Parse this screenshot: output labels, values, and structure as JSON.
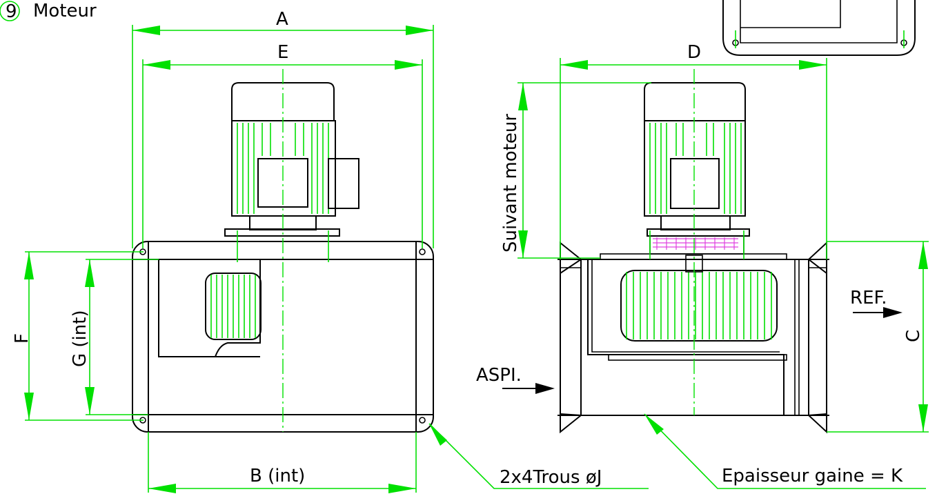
{
  "legend": {
    "number": "9",
    "text": "Moteur"
  },
  "dimensions": {
    "A": "A",
    "E": "E",
    "D": "D",
    "F": "F",
    "G": "G (int)",
    "B": "B (int)",
    "C": "C",
    "suivant": "Suivant moteur"
  },
  "labels": {
    "aspi": "ASPI.",
    "ref": "REF.",
    "holes": "2x4Trous øJ",
    "epaisseur": "Epaisseur gaine = K"
  },
  "colors": {
    "dimension": "#00e000",
    "outline": "#000000",
    "accent": "#e040e0"
  }
}
